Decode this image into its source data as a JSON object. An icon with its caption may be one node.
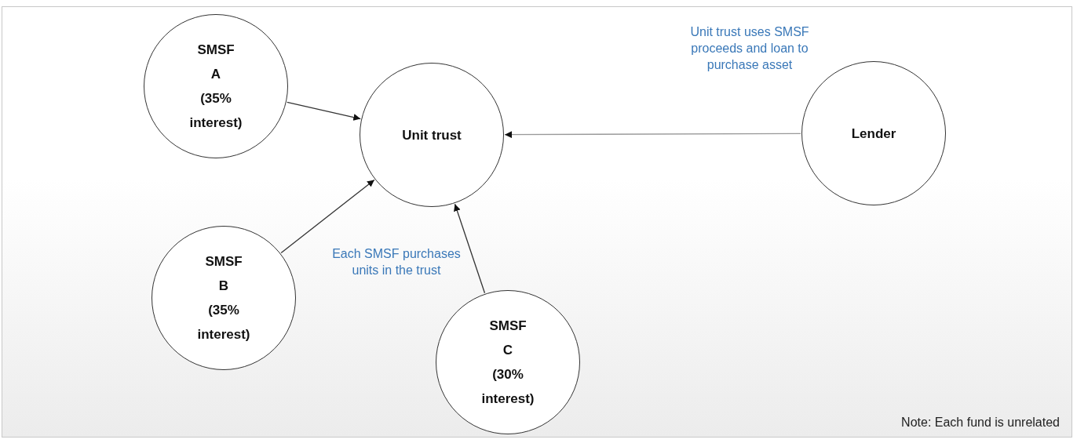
{
  "diagram": {
    "nodes": [
      {
        "text": [
          "SMSF A (35% interest)"
        ]
      },
      {
        "text": [
          "Unit trust"
        ]
      },
      {
        "text": [
          "Lender"
        ]
      },
      {
        "text": [
          "SMSF B (35% interest)"
        ]
      },
      {
        "text": [
          "SMSF C (30% interest)"
        ]
      }
    ],
    "edges": [
      {
        "from": 0,
        "to": 1,
        "arrow": "to"
      },
      {
        "from": 2,
        "to": 1,
        "arrow": "to",
        "color": "#999999",
        "label": "Unit trust uses SMSF proceeds and loan to purchase asset"
      },
      {
        "from": 3,
        "to": 1,
        "arrow": "to"
      },
      {
        "from": 4,
        "to": 1,
        "arrow": "to"
      }
    ],
    "labels": [
      "Each SMSF purchases units in the trust",
      "Note: Each fund is unrelated"
    ]
  }
}
